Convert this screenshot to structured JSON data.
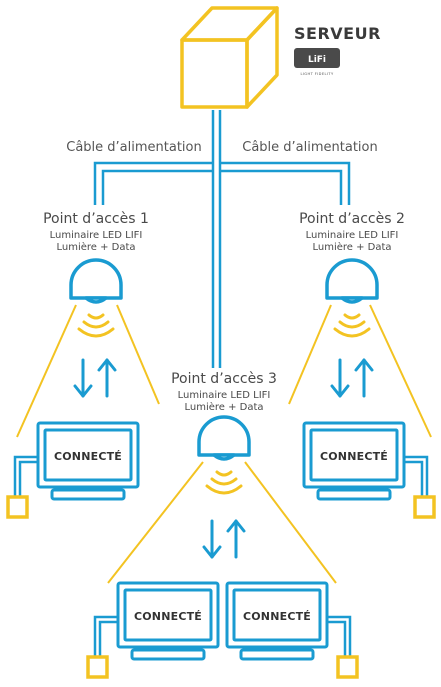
{
  "server": {
    "title": "SERVEUR",
    "logo_text": "LiFi",
    "logo_subtitle": "LIGHT FIDELITY"
  },
  "cables": {
    "left_label": "Câble d’alimentation",
    "right_label": "Câble d’alimentation"
  },
  "access_points": [
    {
      "title": "Point d’accès 1",
      "line1": "Luminaire LED LIFI",
      "line2": "Lumière + Data"
    },
    {
      "title": "Point d’accès 2",
      "line1": "Luminaire LED LIFI",
      "line2": "Lumière + Data"
    },
    {
      "title": "Point d’accès 3",
      "line1": "Luminaire LED LIFI",
      "line2": "Lumière + Data"
    }
  ],
  "devices": [
    {
      "label": "CONNECTÉ"
    },
    {
      "label": "CONNECTÉ"
    },
    {
      "label": "CONNECTÉ"
    },
    {
      "label": "CONNECTÉ"
    }
  ],
  "colors": {
    "blue": "#1a9bd1",
    "yellow": "#f3c322",
    "text": "#4a4a4a"
  }
}
